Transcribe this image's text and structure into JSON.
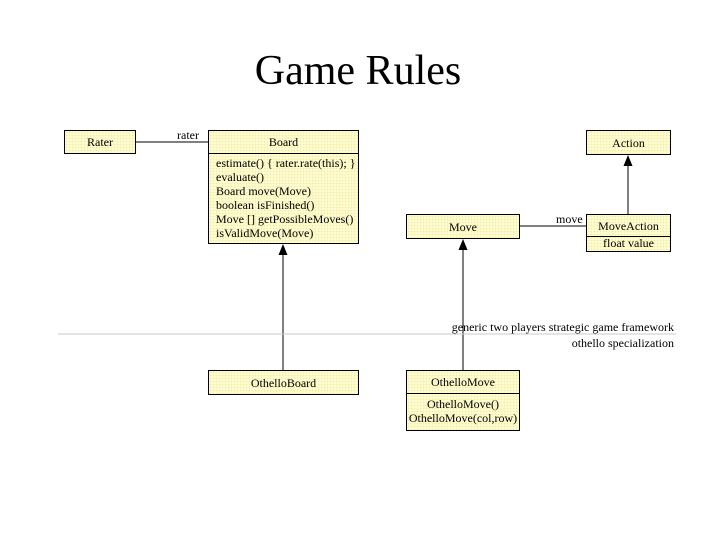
{
  "title": "Game Rules",
  "classes": {
    "rater": {
      "name": "Rater"
    },
    "board": {
      "name": "Board",
      "operations": [
        "estimate() { rater.rate(this); }",
        "evaluate()",
        "Board move(Move)",
        "boolean isFinished()",
        "Move [] getPossibleMoves()",
        "isValidMove(Move)"
      ]
    },
    "action": {
      "name": "Action"
    },
    "move": {
      "name": "Move"
    },
    "move_action": {
      "name": "MoveAction",
      "attributes": [
        "float value"
      ]
    },
    "othello_board": {
      "name": "OthelloBoard"
    },
    "othello_move": {
      "name": "OthelloMove",
      "operations": [
        "OthelloMove()",
        "OthelloMove(col,row)"
      ]
    }
  },
  "associations": {
    "rater_role": "rater",
    "move_role": "move"
  },
  "separator": {
    "upper_label": "generic two players strategic game framework",
    "lower_label": "othello specialization"
  },
  "colors": {
    "box_fill": "#fdfbd0",
    "separator_line": "#c8c8c8"
  }
}
